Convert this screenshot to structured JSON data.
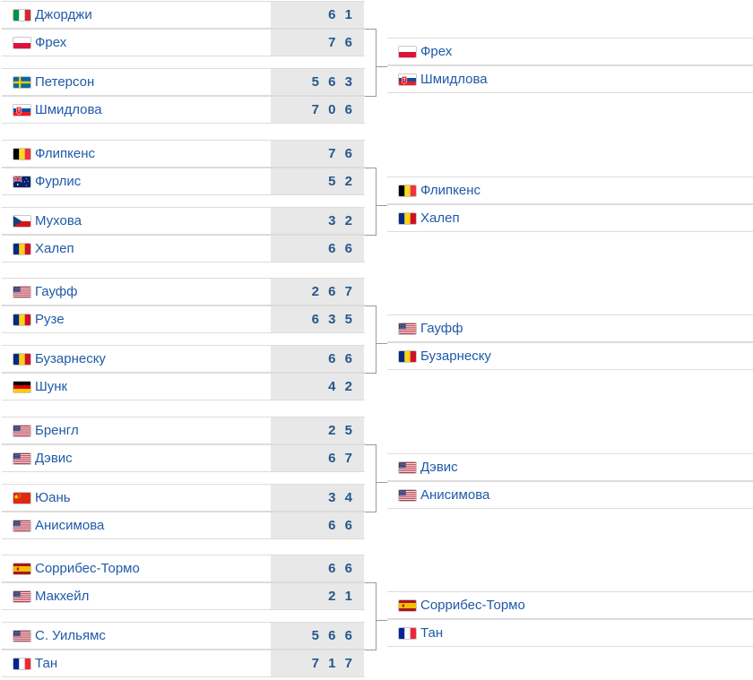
{
  "matches": [
    {
      "players": [
        {
          "name": "Джорджи",
          "flag": "italy-flag-icon",
          "score": "6 1"
        },
        {
          "name": "Фрех",
          "flag": "poland-flag-icon",
          "score": "7 6"
        }
      ]
    },
    {
      "players": [
        {
          "name": "Петерсон",
          "flag": "sweden-flag-icon",
          "score": "5 6 3"
        },
        {
          "name": "Шмидлова",
          "flag": "slovakia-flag-icon",
          "score": "7 0 6"
        }
      ]
    },
    {
      "players": [
        {
          "name": "Флипкенс",
          "flag": "belgium-flag-icon",
          "score": "7 6"
        },
        {
          "name": "Фурлис",
          "flag": "australia-flag-icon",
          "score": "5 2"
        }
      ]
    },
    {
      "players": [
        {
          "name": "Мухова",
          "flag": "czechia-flag-icon",
          "score": "3 2"
        },
        {
          "name": "Халеп",
          "flag": "romania-flag-icon",
          "score": "6 6"
        }
      ]
    },
    {
      "players": [
        {
          "name": "Гауфф",
          "flag": "usa-flag-icon",
          "score": "2 6 7"
        },
        {
          "name": "Рузе",
          "flag": "romania-flag-icon",
          "score": "6 3 5"
        }
      ]
    },
    {
      "players": [
        {
          "name": "Бузарнеску",
          "flag": "romania-flag-icon",
          "score": "6 6"
        },
        {
          "name": "Шунк",
          "flag": "germany-flag-icon",
          "score": "4 2"
        }
      ]
    },
    {
      "players": [
        {
          "name": "Бренгл",
          "flag": "usa-flag-icon",
          "score": "2 5"
        },
        {
          "name": "Дэвис",
          "flag": "usa-flag-icon",
          "score": "6 7"
        }
      ]
    },
    {
      "players": [
        {
          "name": "Юань",
          "flag": "china-flag-icon",
          "score": "3 4"
        },
        {
          "name": "Анисимова",
          "flag": "usa-flag-icon",
          "score": "6 6"
        }
      ]
    },
    {
      "players": [
        {
          "name": "Соррибес-Тормо",
          "flag": "spain-flag-icon",
          "score": "6 6"
        },
        {
          "name": "Макхейл",
          "flag": "usa-flag-icon",
          "score": "2 1"
        }
      ]
    },
    {
      "players": [
        {
          "name": "С. Уильямс",
          "flag": "usa-flag-icon",
          "score": "5 6 6"
        },
        {
          "name": "Тан",
          "flag": "france-flag-icon",
          "score": "7 1 7"
        }
      ]
    }
  ],
  "next_round": [
    {
      "players": [
        {
          "name": "Фрех",
          "flag": "poland-flag-icon"
        },
        {
          "name": "Шмидлова",
          "flag": "slovakia-flag-icon"
        }
      ]
    },
    {
      "players": [
        {
          "name": "Флипкенс",
          "flag": "belgium-flag-icon"
        },
        {
          "name": "Халеп",
          "flag": "romania-flag-icon"
        }
      ]
    },
    {
      "players": [
        {
          "name": "Гауфф",
          "flag": "usa-flag-icon"
        },
        {
          "name": "Бузарнеску",
          "flag": "romania-flag-icon"
        }
      ]
    },
    {
      "players": [
        {
          "name": "Дэвис",
          "flag": "usa-flag-icon"
        },
        {
          "name": "Анисимова",
          "flag": "usa-flag-icon"
        }
      ]
    },
    {
      "players": [
        {
          "name": "Соррибес-Тормо",
          "flag": "spain-flag-icon"
        },
        {
          "name": "Тан",
          "flag": "france-flag-icon"
        }
      ]
    }
  ],
  "colors": {
    "name_link": "#1f5aa8",
    "score_text": "#24588a",
    "score_bg": "#e8e8e8",
    "border": "#dcdcdc",
    "connector": "#9a9a9a"
  }
}
